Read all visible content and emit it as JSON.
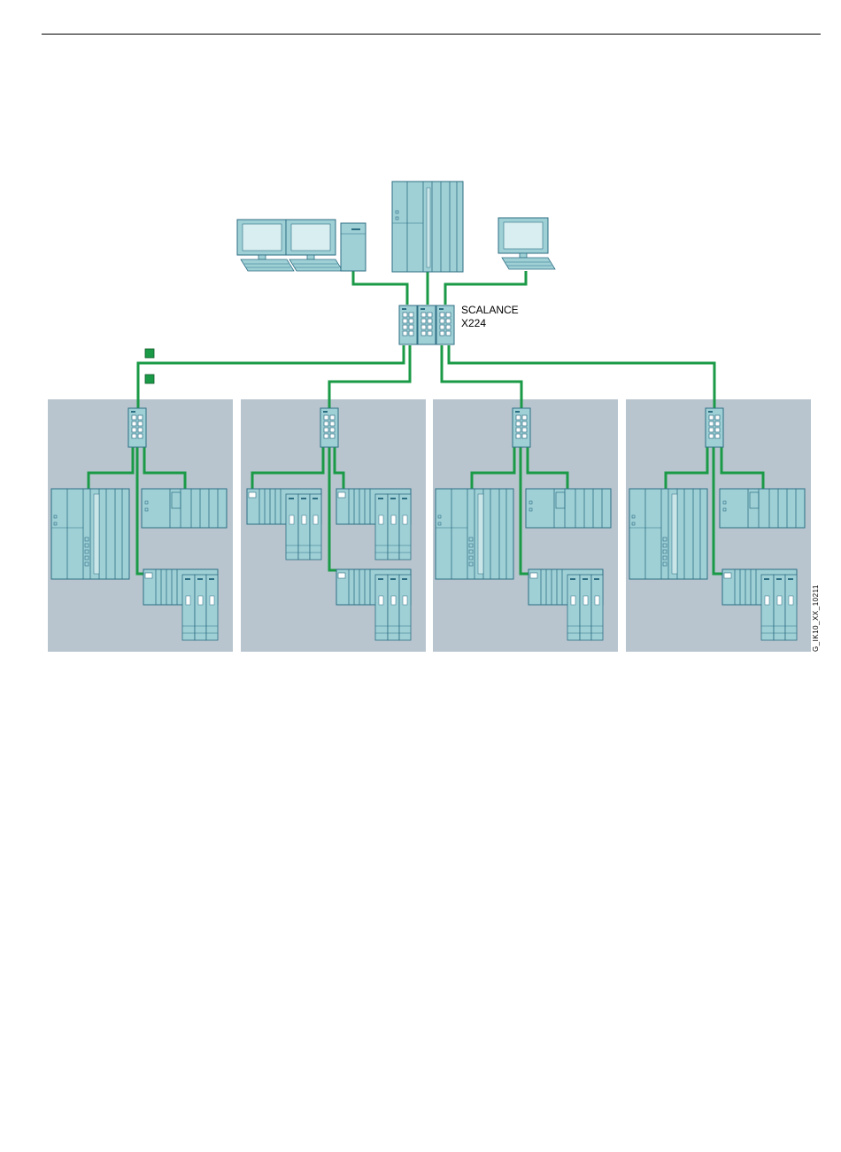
{
  "switch": {
    "label_line1": "SCALANCE",
    "label_line2": "X224"
  },
  "figure_code": "G_IK10_XX_10211",
  "colors": {
    "cable": "#1a9a46",
    "device_fill": "#9fd0d6",
    "device_stroke": "#2d6e83",
    "cell_background": "#b8c5cf",
    "legend_square": "#1a9a46"
  },
  "cells": [
    {
      "id": "cell-1",
      "devices": [
        "plc-large",
        "et200-station",
        "drive-station"
      ]
    },
    {
      "id": "cell-2",
      "devices": [
        "drive-station",
        "drive-station",
        "drive-station"
      ]
    },
    {
      "id": "cell-3",
      "devices": [
        "plc-large",
        "et200-station",
        "drive-station"
      ]
    },
    {
      "id": "cell-4",
      "devices": [
        "plc-large",
        "et200-station",
        "drive-station"
      ]
    }
  ],
  "top_devices": [
    "monitor",
    "monitor",
    "pc-tower",
    "plc-rack",
    "workstation"
  ]
}
